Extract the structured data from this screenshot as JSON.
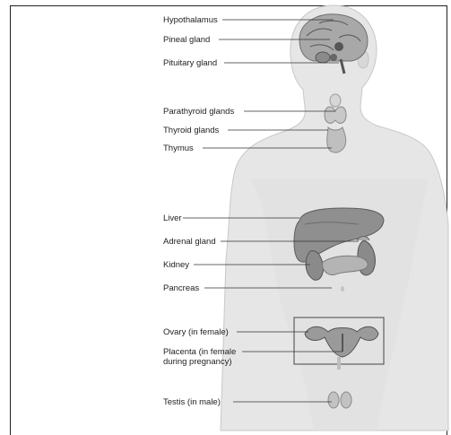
{
  "labels": [
    {
      "id": "hypothalamus",
      "text": "Hypothalamus"
    },
    {
      "id": "pineal",
      "text": "Pineal gland"
    },
    {
      "id": "pituitary",
      "text": "Pituitary gland"
    },
    {
      "id": "parathyroid",
      "text": "Parathyroid glands"
    },
    {
      "id": "thyroid",
      "text": "Thyroid glands"
    },
    {
      "id": "thymus",
      "text": "Thymus"
    },
    {
      "id": "liver",
      "text": "Liver"
    },
    {
      "id": "adrenal",
      "text": "Adrenal gland"
    },
    {
      "id": "kidney",
      "text": "Kidney"
    },
    {
      "id": "pancreas",
      "text": "Pancreas"
    },
    {
      "id": "ovary",
      "text": "Ovary (in female)"
    },
    {
      "id": "placenta",
      "text": "Placenta (in female during pregnancy)"
    },
    {
      "id": "testis",
      "text": "Testis (in male)"
    }
  ],
  "colors": {
    "body": "#e6e6e6",
    "body_outline": "#c8c8c8",
    "organ_dark": "#7a7a7a",
    "organ_mid": "#9c9c9c",
    "organ_light": "#bdbdbd",
    "leader": "#333333"
  }
}
